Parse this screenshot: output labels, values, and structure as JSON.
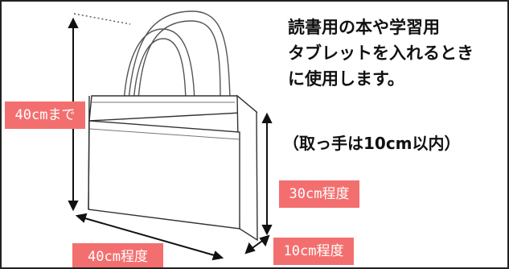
{
  "description": {
    "lines": [
      "読書用の本や学習用",
      "タブレットを入れるとき",
      "に使用します。"
    ]
  },
  "note": "（取っ手は10cm以内）",
  "labels": {
    "height_total": "40cmまで",
    "height_body": "30cm程度",
    "width": "40cm程度",
    "depth": "10cm程度"
  },
  "colors": {
    "label_bg": "#f36f6f",
    "outline": "#222222",
    "dotted_guide": "#555555"
  }
}
